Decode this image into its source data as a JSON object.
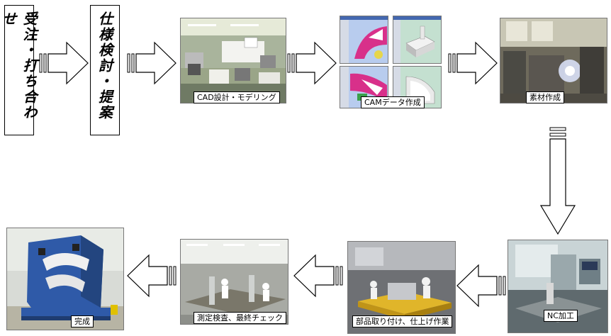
{
  "steps": {
    "order": "受注・打ち合わせ",
    "spec": "仕様検討・提案",
    "cad": "CAD設計・モデリング",
    "cam": "CAMデータ作成",
    "material": "素材作成",
    "nc": "NC加工",
    "assembly": "部品取り付け、仕上げ作業",
    "inspection": "測定検査、最終チェック",
    "complete": "完成"
  },
  "colors": {
    "arrow_fill": "#ffffff",
    "arrow_stroke": "#000000",
    "fixture_blue": "#2f5aa8",
    "cam_pink": "#d8308a",
    "cam_bg": "#b8ccee"
  }
}
